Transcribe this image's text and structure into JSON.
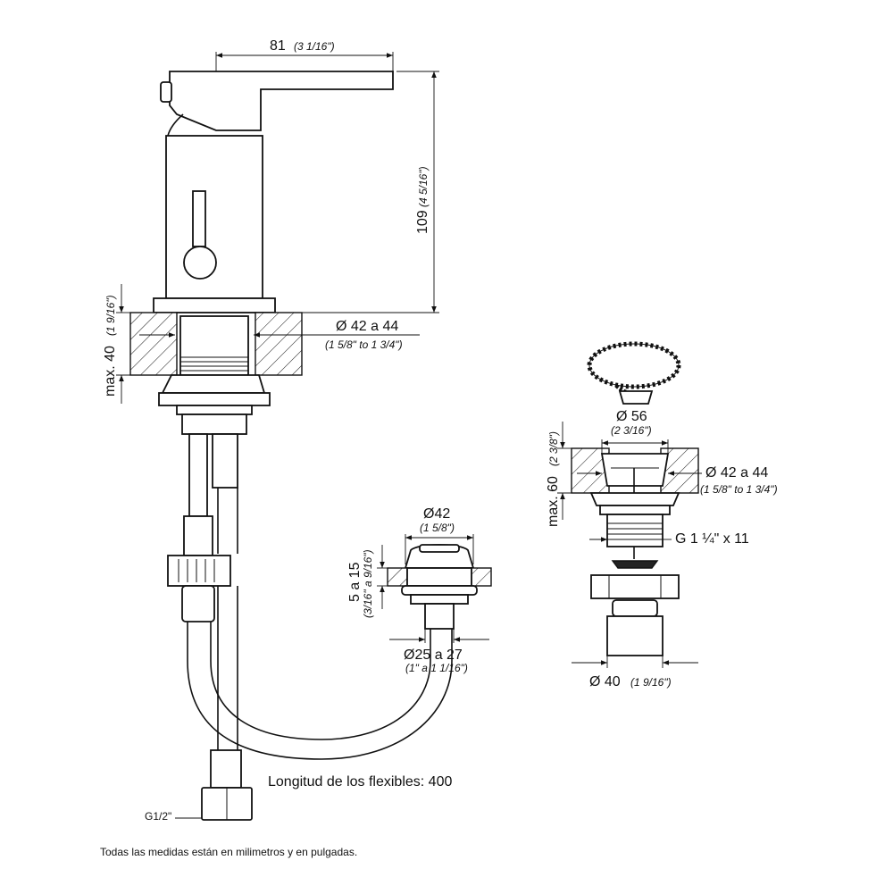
{
  "faucet": {
    "width_dim": "81",
    "width_dim_in": "(3 1/16\")",
    "height_dim": "109",
    "height_dim_in": "(4 5/16\")",
    "deck_thickness": "max. 40",
    "deck_thickness_in": "(1 9/16\")",
    "hole_dia": "Ø 42 a 44",
    "hole_dia_in": "(1 5/8\" to 1 3/4\")"
  },
  "spout_fitting": {
    "dia": "Ø42",
    "dia_in": "(1 5/8\")",
    "thickness": "5 a 15",
    "thickness_in": "(3/16\" a 9/16\")",
    "hole_dia": "Ø25 a 27",
    "hole_dia_in": "(1\" a 1 1/16\")"
  },
  "hoses": {
    "length_note": "Longitud de los flexibles: 400",
    "thread": "G1/2\""
  },
  "drain": {
    "plug_dia": "Ø 56",
    "plug_dia_in": "(2 3/16\")",
    "deck_thickness": "max. 60",
    "deck_thickness_in": "(2 3/8\")",
    "hole_dia": "Ø 42 a 44",
    "hole_dia_in": "(1 5/8\" to 1 3/4\")",
    "thread": "G 1 ¼\" x 11",
    "outlet_dia": "Ø 40",
    "outlet_dia_in": "(1 9/16\")"
  },
  "footer": "Todas las medidas están en milimetros y en pulgadas."
}
